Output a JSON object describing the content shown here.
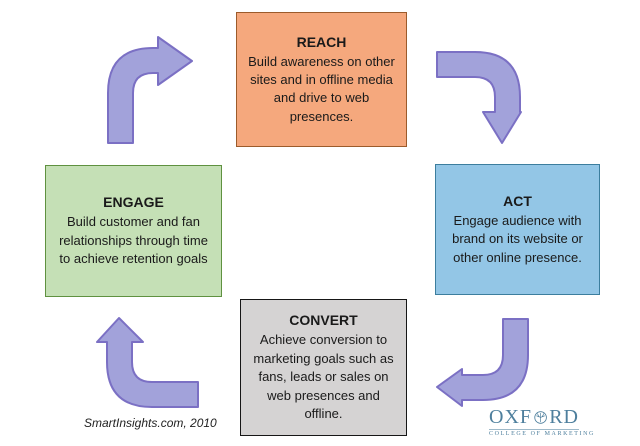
{
  "diagram": {
    "boxes": [
      {
        "id": "reach",
        "heading": "REACH",
        "body": "Build awareness on other sites and in offline media and drive to web presences.",
        "fill": "#F5A87D",
        "border": "#9C5B2B",
        "text_color": "#1a1a1a"
      },
      {
        "id": "act",
        "heading": "ACT",
        "body": "Engage audience with brand on its website or other online presence.",
        "fill": "#93C6E6",
        "border": "#3C7E9E",
        "text_color": "#1a1a1a"
      },
      {
        "id": "convert",
        "heading": "CONVERT",
        "body": "Achieve conversion to marketing goals such as fans, leads or sales on web presences and offline.",
        "fill": "#D5D3D3",
        "border": "#161616",
        "text_color": "#1a1a1a"
      },
      {
        "id": "engage",
        "heading": "ENGAGE",
        "body": "Build customer and fan relationships through time to achieve retention goals",
        "fill": "#C5E0B6",
        "border": "#5F9140",
        "text_color": "#1a1a1a"
      }
    ],
    "arrows": {
      "fill": "#A2A2DA",
      "stroke": "#7B70C4",
      "names": [
        "engage-to-reach",
        "reach-to-act",
        "act-to-convert",
        "convert-to-engage"
      ]
    },
    "citation": "SmartInsights.com, 2010",
    "logo": {
      "word_start": "OXF",
      "word_end": "RD",
      "subtitle": "COLLEGE OF MARKETING",
      "color": "#4E7F9D"
    }
  }
}
